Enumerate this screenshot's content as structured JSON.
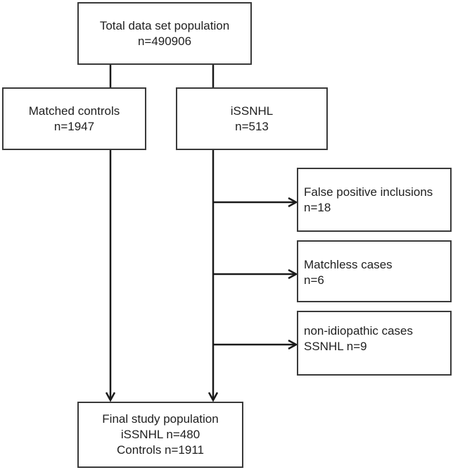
{
  "total": {
    "title": "Total data set population",
    "count": "n=490906"
  },
  "controls": {
    "title": "Matched controls",
    "count": "n=1947"
  },
  "cases": {
    "title": "iSSNHL",
    "count": "n=513"
  },
  "exclusions": [
    {
      "title": "False positive inclusions",
      "count": "n=18"
    },
    {
      "title": "Matchless cases",
      "count": "n=6"
    },
    {
      "title": "non-idiopathic cases",
      "count": "SSNHL n=9"
    }
  ],
  "final": {
    "title": "Final study population",
    "cases": "iSSNHL n=480",
    "controls": "Controls n=1911"
  }
}
